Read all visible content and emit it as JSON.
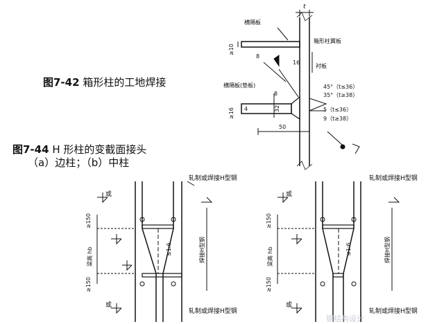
{
  "captions": {
    "fig42_number": "图7-42",
    "fig42_title": "箱形柱的工地焊接",
    "fig44_number": "图7-44",
    "fig44_title": "H 形柱的变截面接头",
    "fig44_subtitle": "（a）边柱；（b）中柱"
  },
  "fig42": {
    "thickness_symbol": "t",
    "label_diaphragm": "横隔板",
    "label_flange": "箱形柱翼板",
    "label_backing": "衬板",
    "label_diaphragm_backing": "横隔板(垫板)",
    "dim_ge10": "≥10",
    "dim_ge16": "≥16",
    "dim_8": "8",
    "dim_16": "16",
    "dim_4": "4",
    "dim_8b": "8",
    "dim_32": "32",
    "dim_50": "50",
    "angle_45": "45°（t≤36）",
    "angle_35": "35°（t≥38）",
    "gap_5": "5（t≤36）",
    "gap_9": "9（t≥38）"
  },
  "fig44": {
    "or_label": "或",
    "rolled_label": "轧制或焊接H型钢",
    "dim_150": "≥150",
    "beam_height": "梁高 hb",
    "slope": "≤1:6",
    "vertical_label": "焊接H型钢"
  },
  "watermark": "钢结构设计"
}
